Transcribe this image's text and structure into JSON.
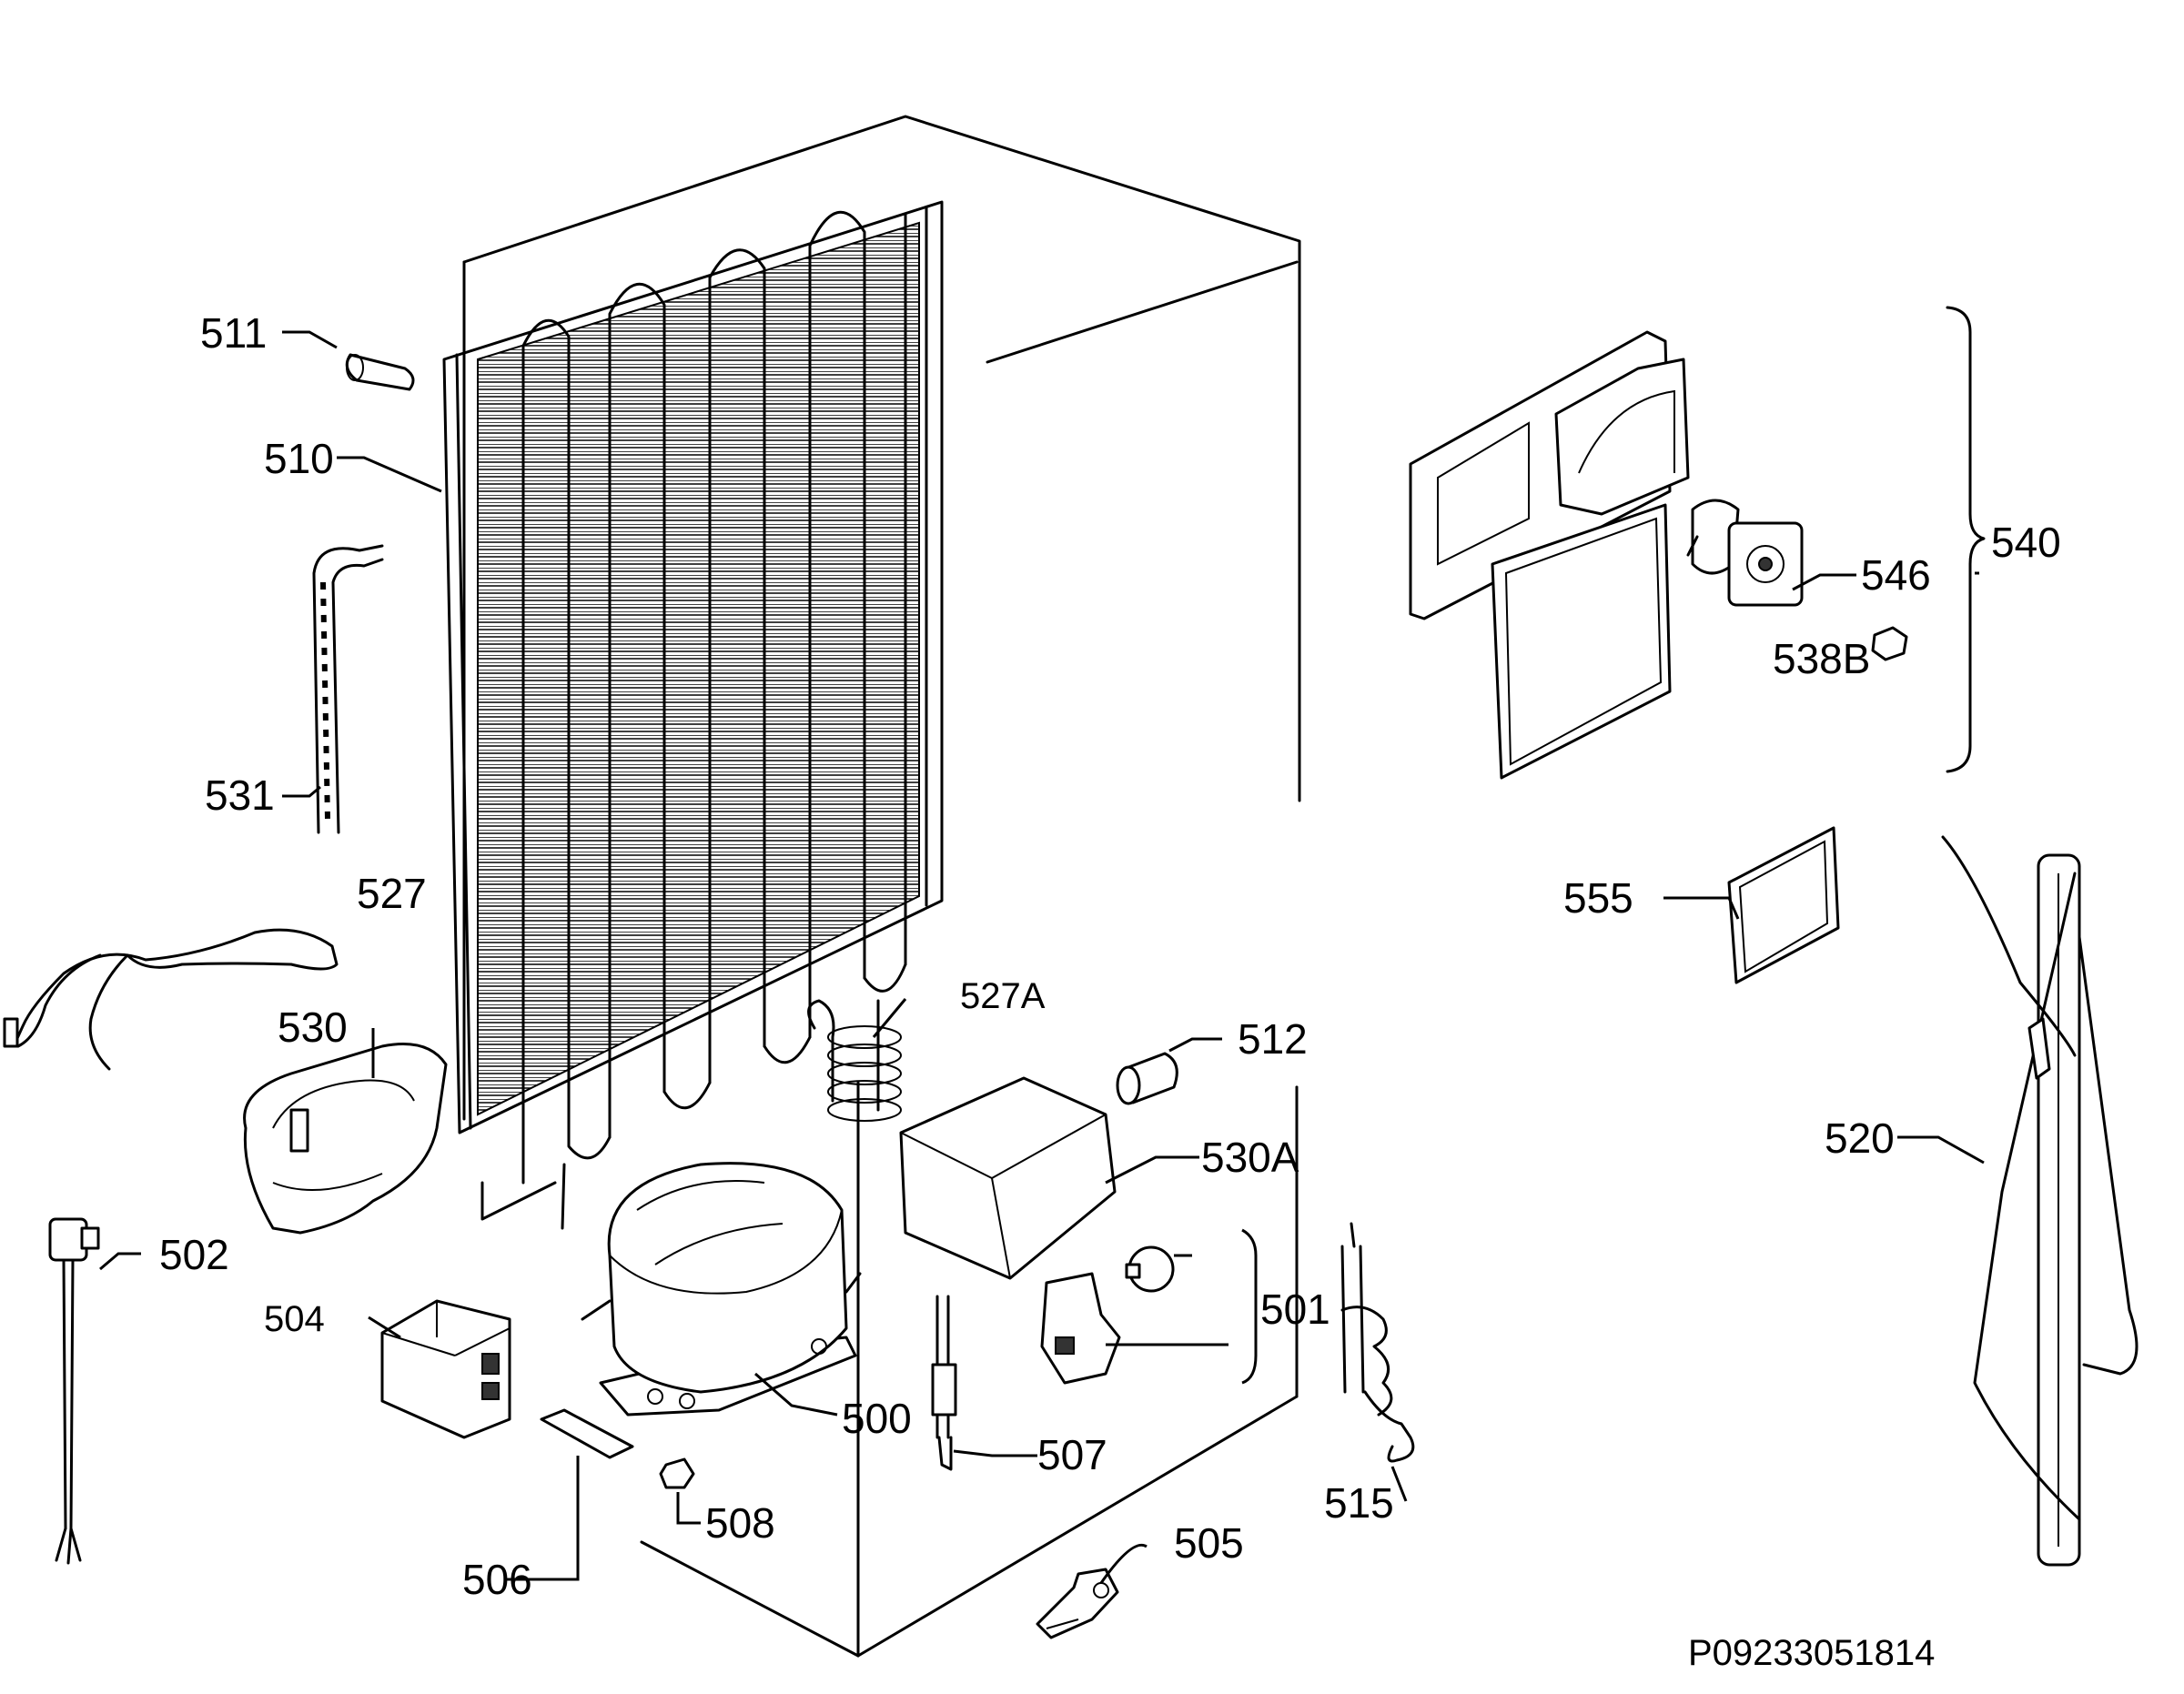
{
  "diagram": {
    "reference_code": "P09233051814",
    "labels": {
      "p500": "500",
      "p501": "501",
      "p502": "502",
      "p504": "504",
      "p505": "505",
      "p506": "506",
      "p507": "507",
      "p508": "508",
      "p510": "510",
      "p511": "511",
      "p512": "512",
      "p515": "515",
      "p520": "520",
      "p527": "527",
      "p527A": "527A",
      "p530": "530",
      "p530A": "530A",
      "p531": "531",
      "p538B": "538B",
      "p540": "540",
      "p546": "546",
      "p555": "555"
    }
  }
}
